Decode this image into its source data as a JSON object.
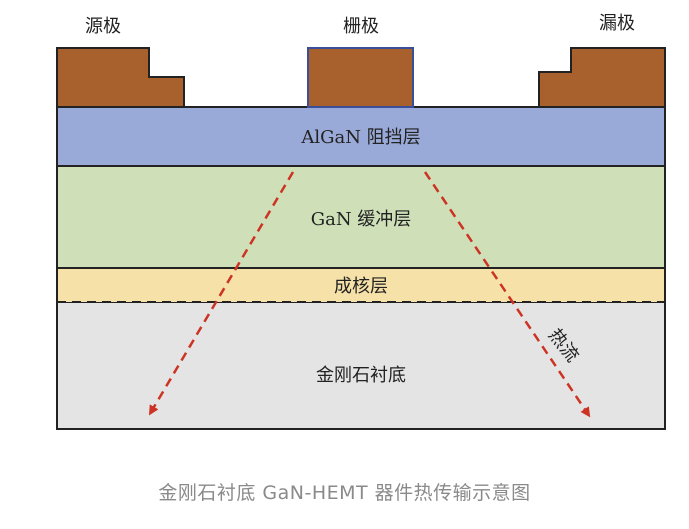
{
  "labels": {
    "source": "源极",
    "gate": "栅极",
    "drain": "漏极",
    "barrier": "AlGaN 阻挡层",
    "buffer": "GaN 缓冲层",
    "nucleation": "成核层",
    "substrate": "金刚石衬底",
    "heat_flow": "热流"
  },
  "caption": "金刚石衬底 GaN-HEMT 器件热传输示意图",
  "colors": {
    "electrode": "#a8612c",
    "gate_outline": "#3a4f9a",
    "barrier": "#9aaad8",
    "buffer": "#cfe0b9",
    "nucleation": "#f6e2a8",
    "substrate": "#e4e4e4",
    "heat_arrow": "#cc3322",
    "outline": "#222222"
  }
}
